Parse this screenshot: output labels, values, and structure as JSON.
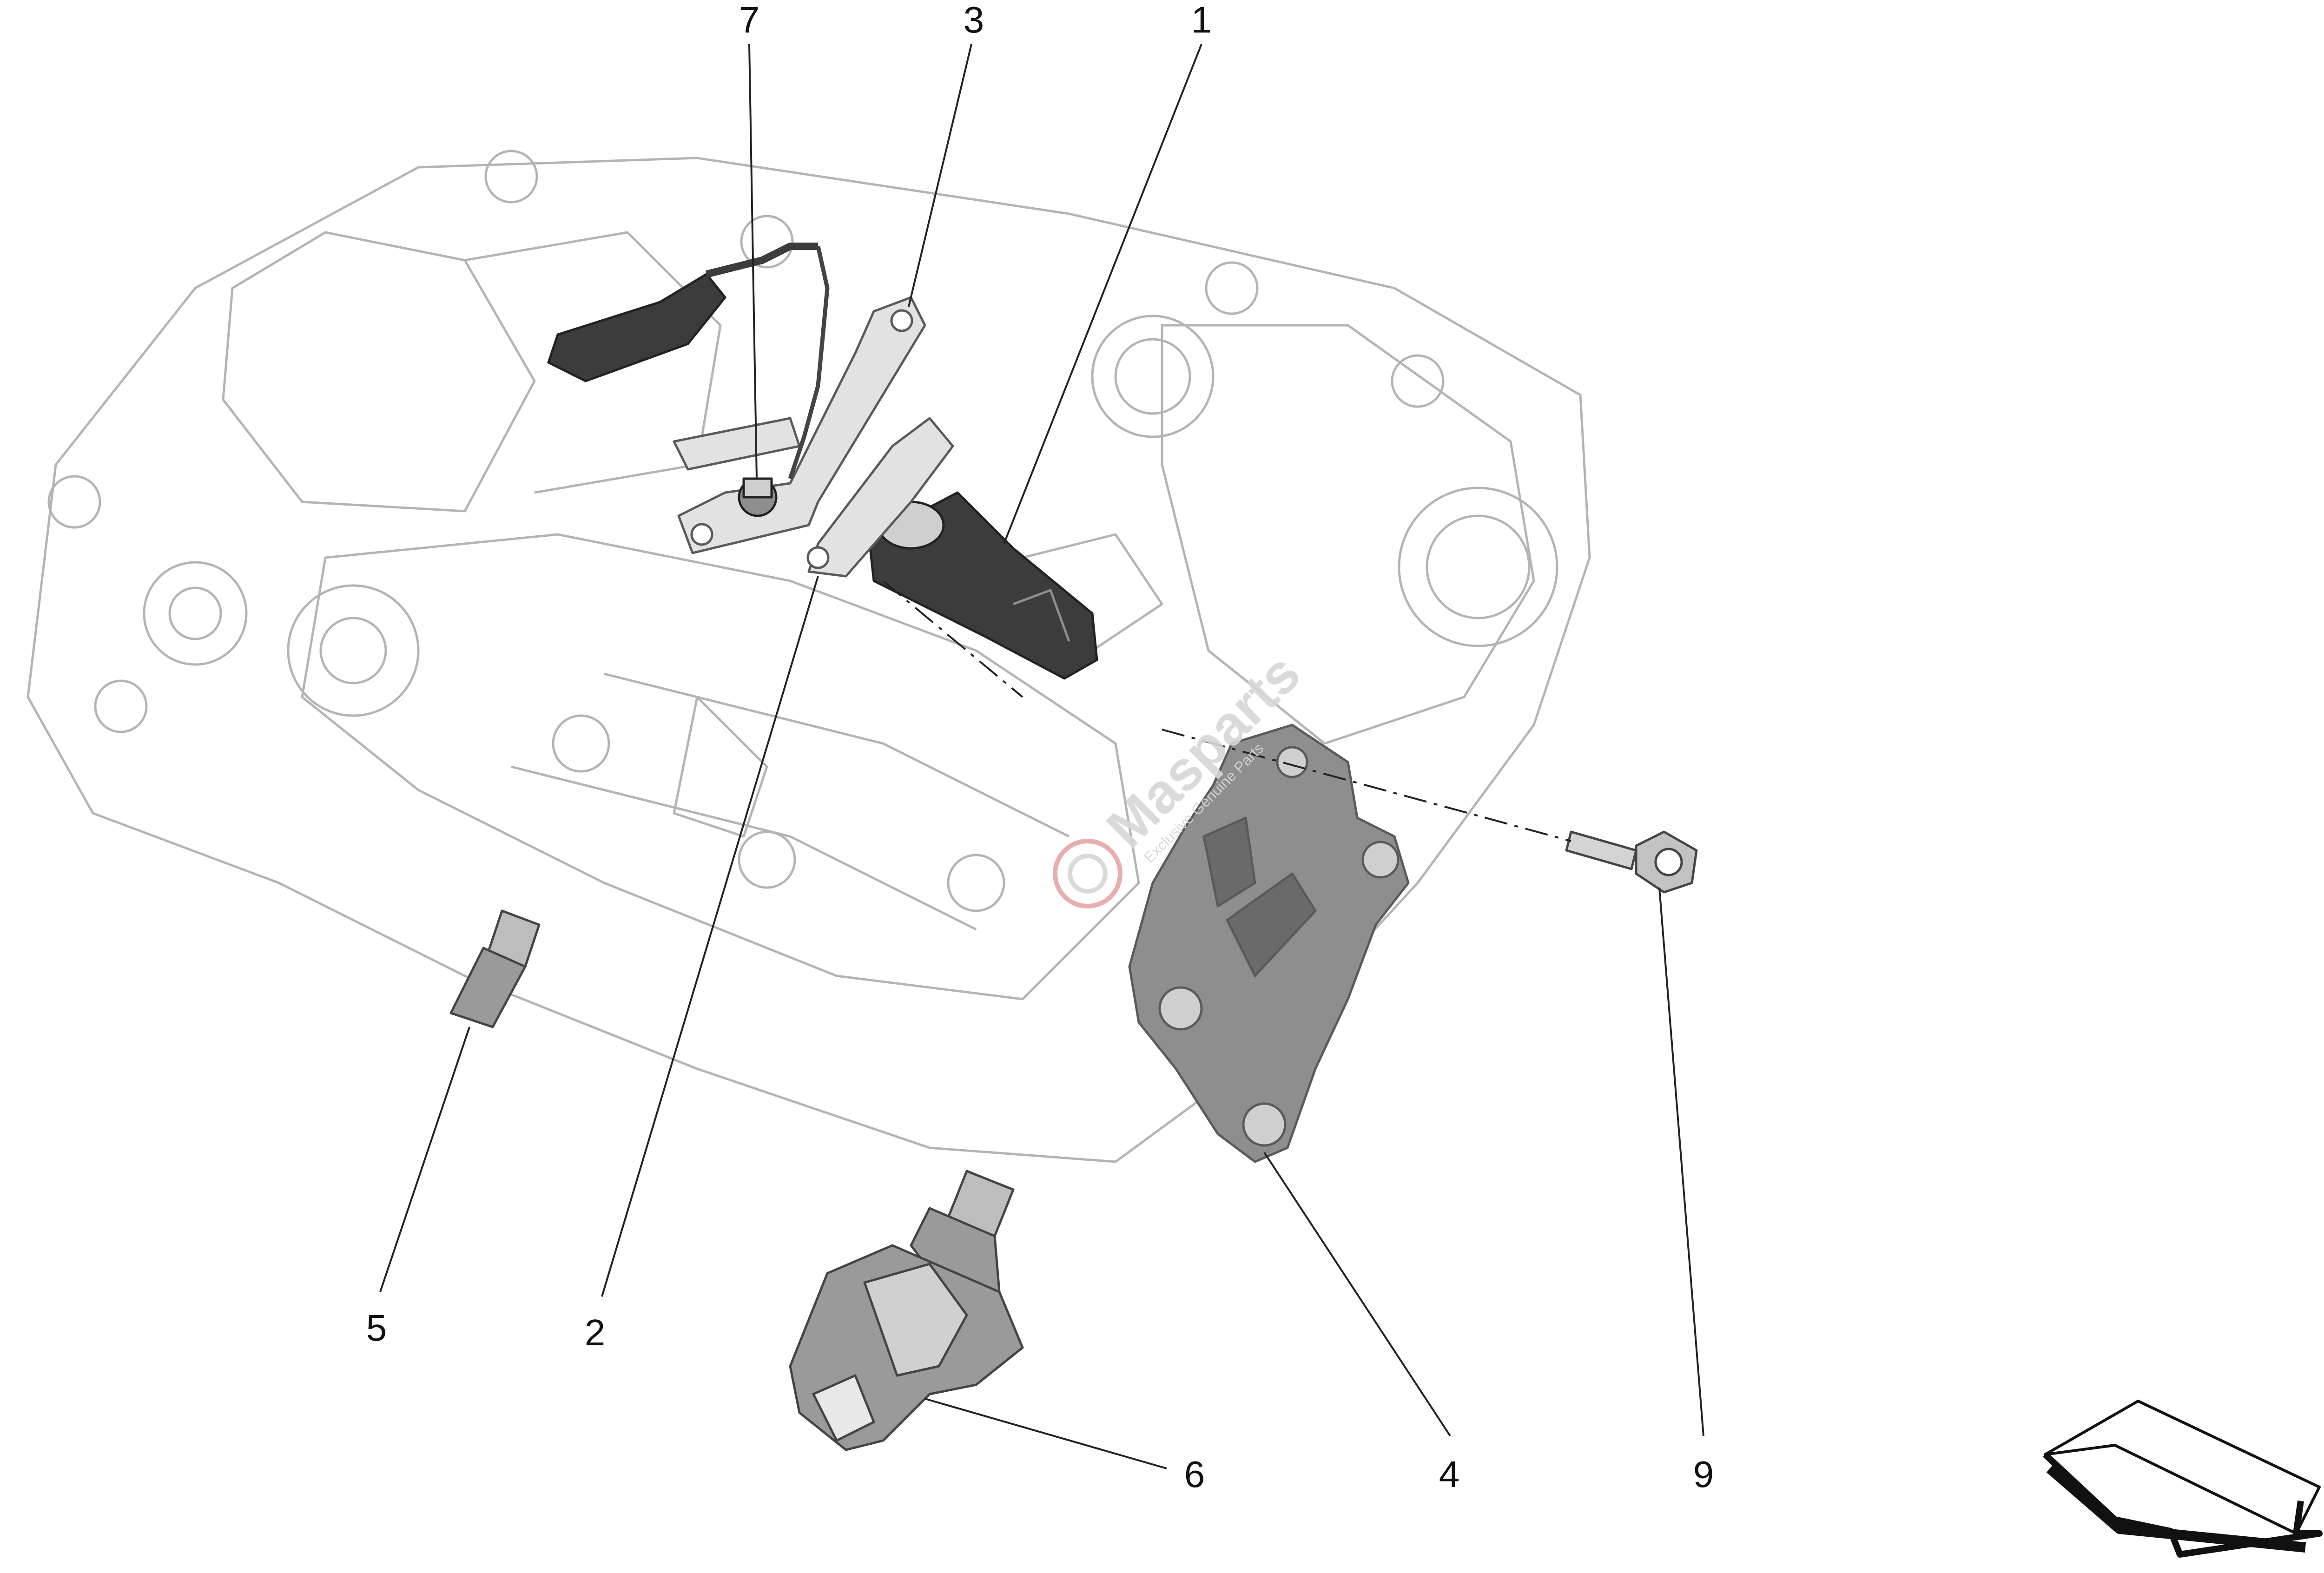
{
  "callouts": [
    {
      "id": "c7",
      "label": "7"
    },
    {
      "id": "c3",
      "label": "3"
    },
    {
      "id": "c1",
      "label": "1"
    },
    {
      "id": "c5",
      "label": "5"
    },
    {
      "id": "c2",
      "label": "2"
    },
    {
      "id": "c6",
      "label": "6"
    },
    {
      "id": "c4",
      "label": "4"
    },
    {
      "id": "c9",
      "label": "9"
    }
  ],
  "watermark": {
    "brand": "Masparts",
    "tagline": "Exclusive Genuine Parts"
  },
  "colors": {
    "outline": "#6e6e6e",
    "faint_outline": "#b4b4b4",
    "part_dark": "#3c3c3c",
    "part_mid": "#8e8e8e",
    "part_light": "#cfcfcf",
    "leader": "#222222",
    "watermark": "#d7d7d7",
    "watermark_accent": "#e6a5a5"
  },
  "icons": {
    "direction": "direction-arrow-icon"
  }
}
